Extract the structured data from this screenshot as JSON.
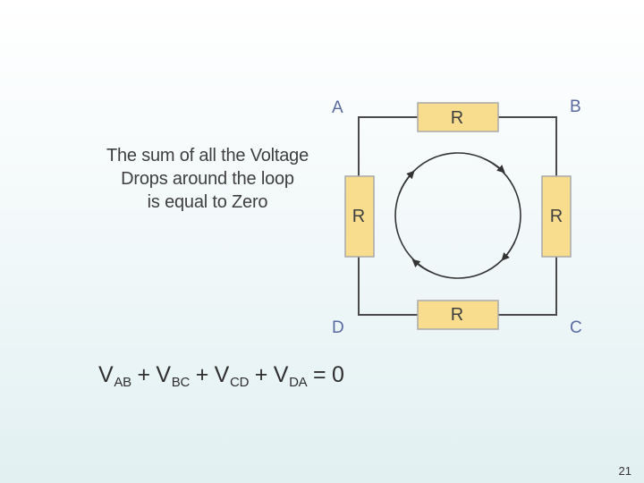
{
  "diagram": {
    "nodes": {
      "a": "A",
      "b": "B",
      "c": "C",
      "d": "D"
    },
    "resistors": {
      "top": "R",
      "bottom": "R",
      "left": "R",
      "right": "R"
    }
  },
  "caption": {
    "line1": "The sum of all the Voltage",
    "line2": "Drops around the loop",
    "line3": "is equal to Zero"
  },
  "equation": {
    "t1": {
      "symbol": "V",
      "sub": "AB"
    },
    "op1": "+",
    "t2": {
      "symbol": "V",
      "sub": "BC"
    },
    "op2": "+",
    "t3": {
      "symbol": "V",
      "sub": "CD"
    },
    "op3": "+",
    "t4": {
      "symbol": "V",
      "sub": "DA"
    },
    "eq": "=",
    "result": "0"
  },
  "slide_number": "21",
  "colors": {
    "wire": "#4a4a4a",
    "resistor_fill": "#f8dd8f",
    "resistor_stroke": "#a9a9a9",
    "node_label": "#5a6aa0",
    "text": "#3f3f3f"
  },
  "icons": {
    "loop": "clockwise-loop-arrows"
  }
}
